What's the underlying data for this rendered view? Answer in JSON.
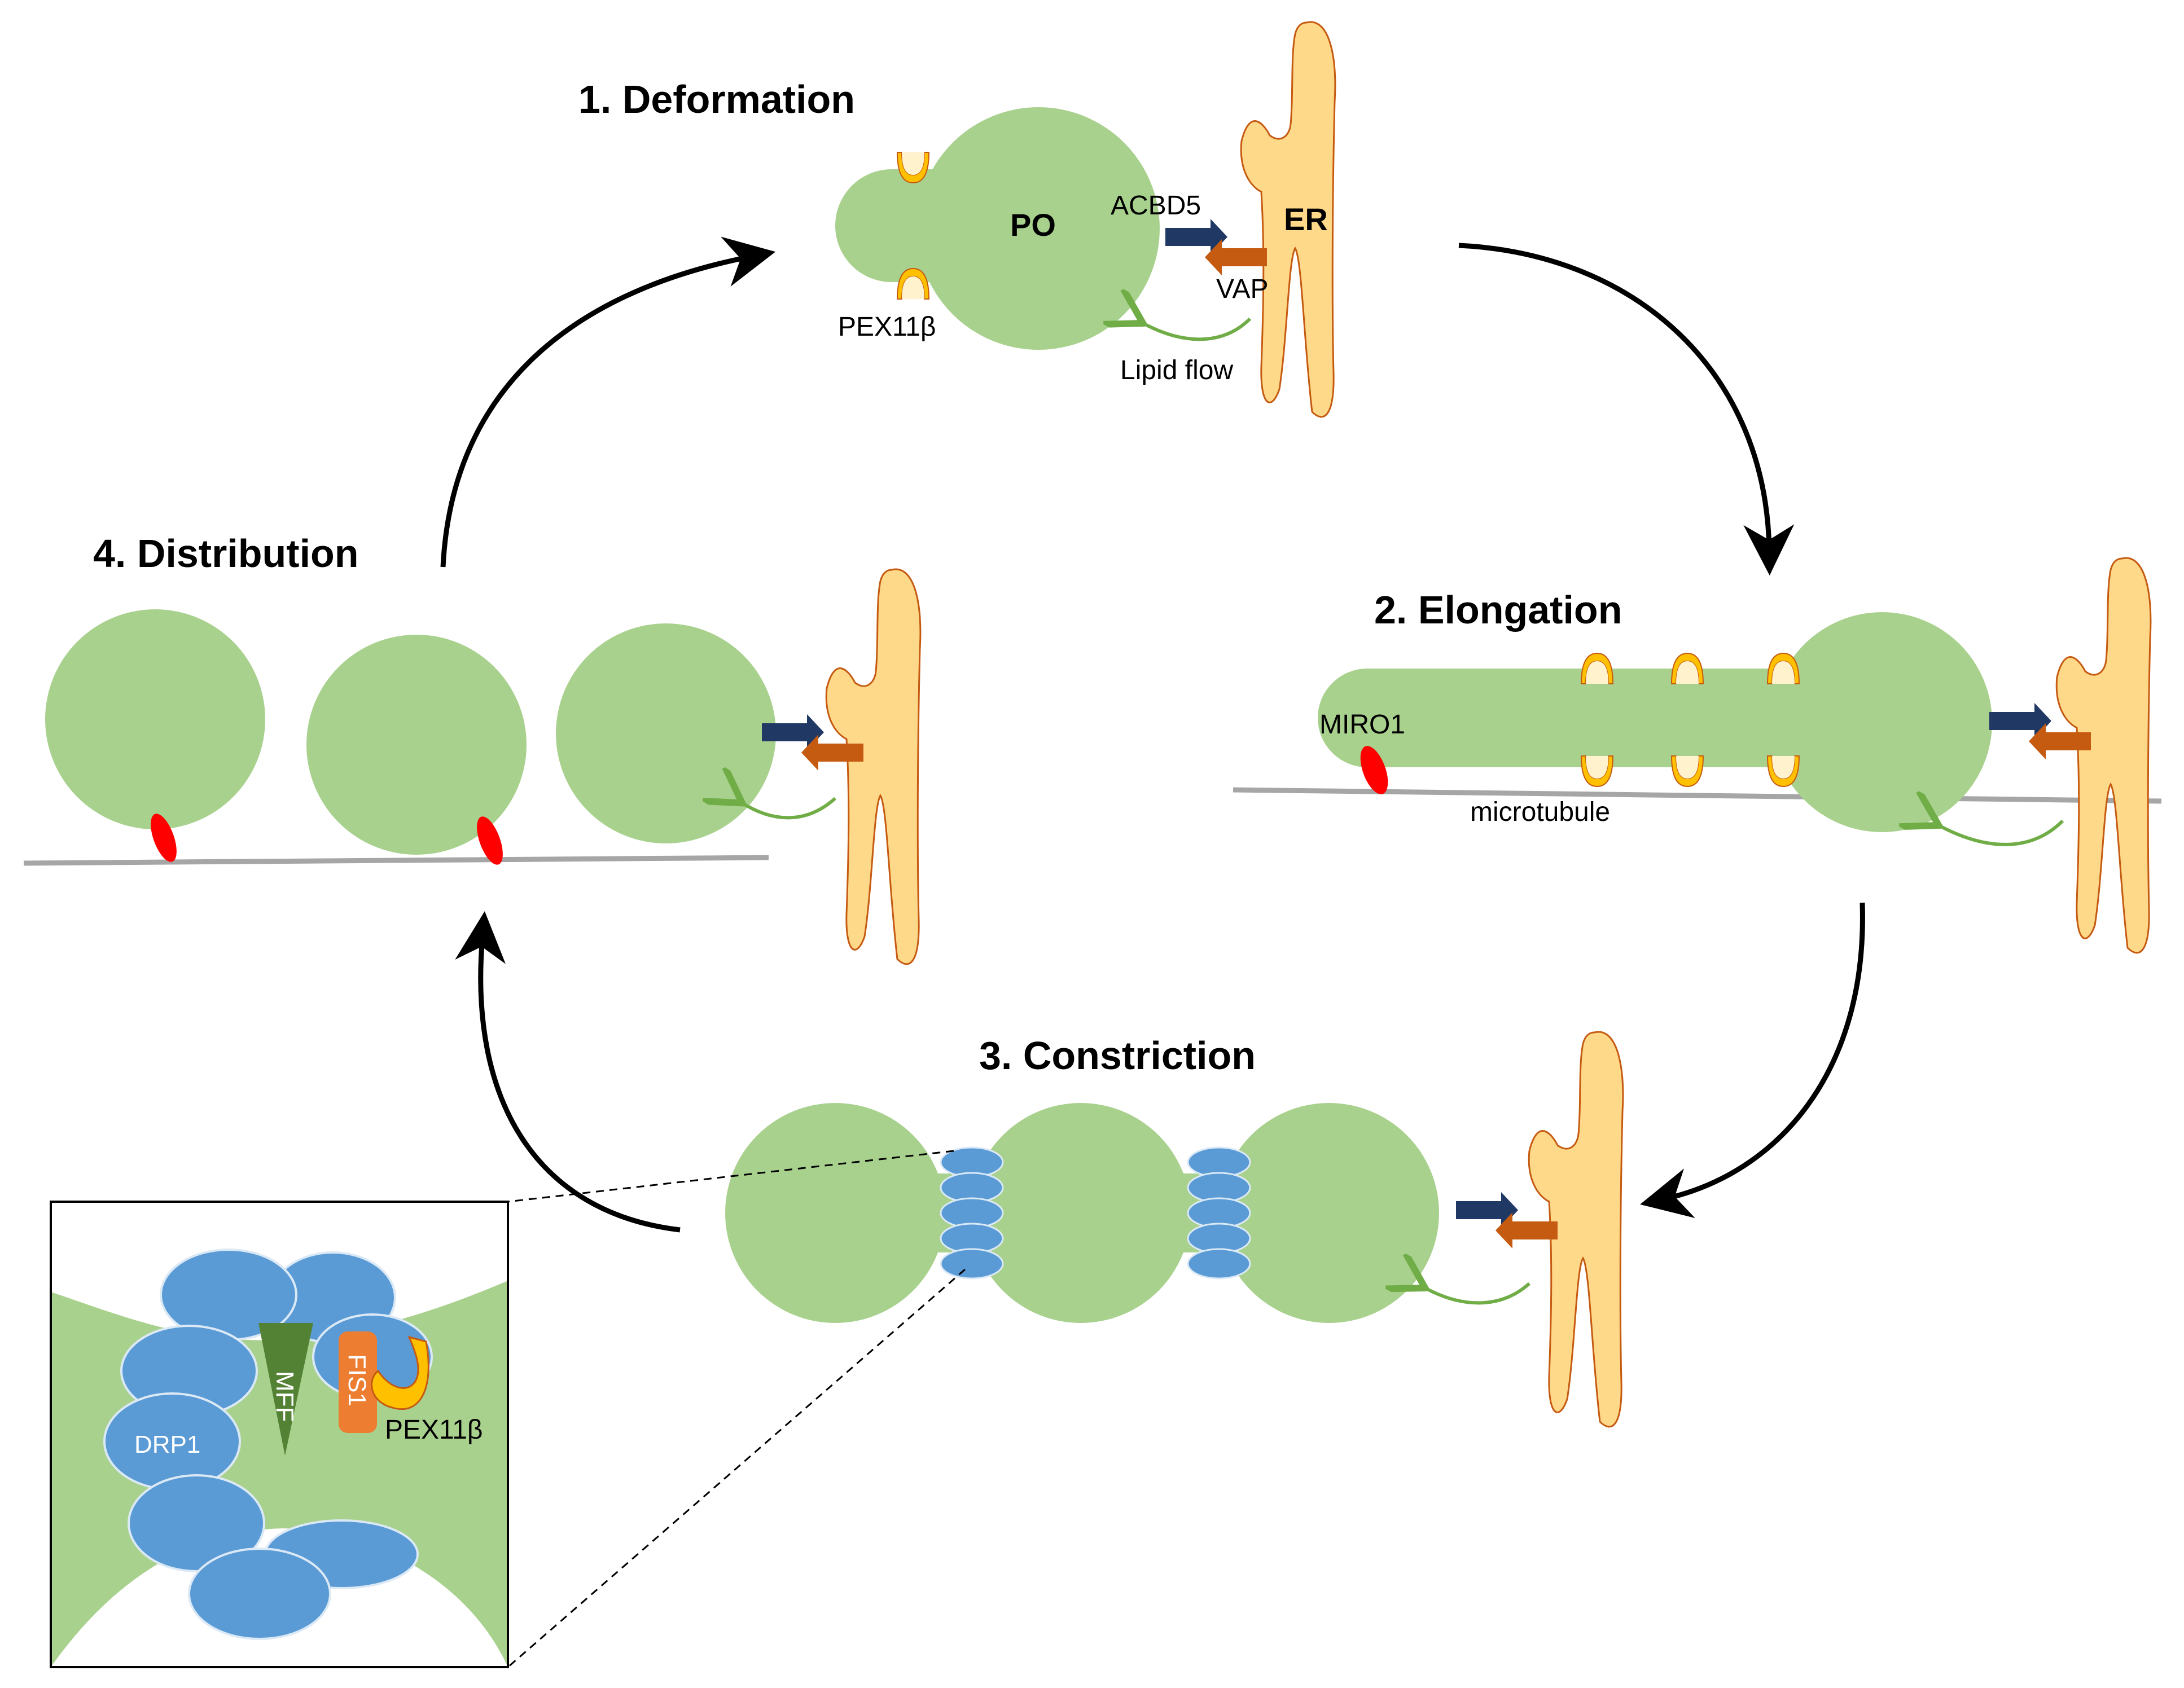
{
  "steps": {
    "deformation": "1. Deformation",
    "elongation": "2. Elongation",
    "constriction": "3. Constriction",
    "distribution": "4. Distribution"
  },
  "labels": {
    "po": "PO",
    "er": "ER",
    "acbd5": "ACBD5",
    "vap": "VAP",
    "pex11b": "PEX11β",
    "lipid_flow": "Lipid flow",
    "miro1": "MIRO1",
    "microtubule": "microtubule"
  },
  "inset": {
    "drp1": "DRP1",
    "mff": "MFF",
    "fis1": "FIS1",
    "pex11b": "PEX11β"
  },
  "colors": {
    "peroxisome": "#a9d18e",
    "er": "#ffd98a",
    "er_outline": "#c55a11",
    "acbd5": "#1f3864",
    "vap": "#c55a11",
    "pex11": "#ffc000",
    "miro1": "#ff0000",
    "drp1": "#5b9bd5",
    "mff": "#548235",
    "fis1": "#ed7d31",
    "lipid_arrow": "#70ad47",
    "microtubule": "#a6a6a6"
  }
}
